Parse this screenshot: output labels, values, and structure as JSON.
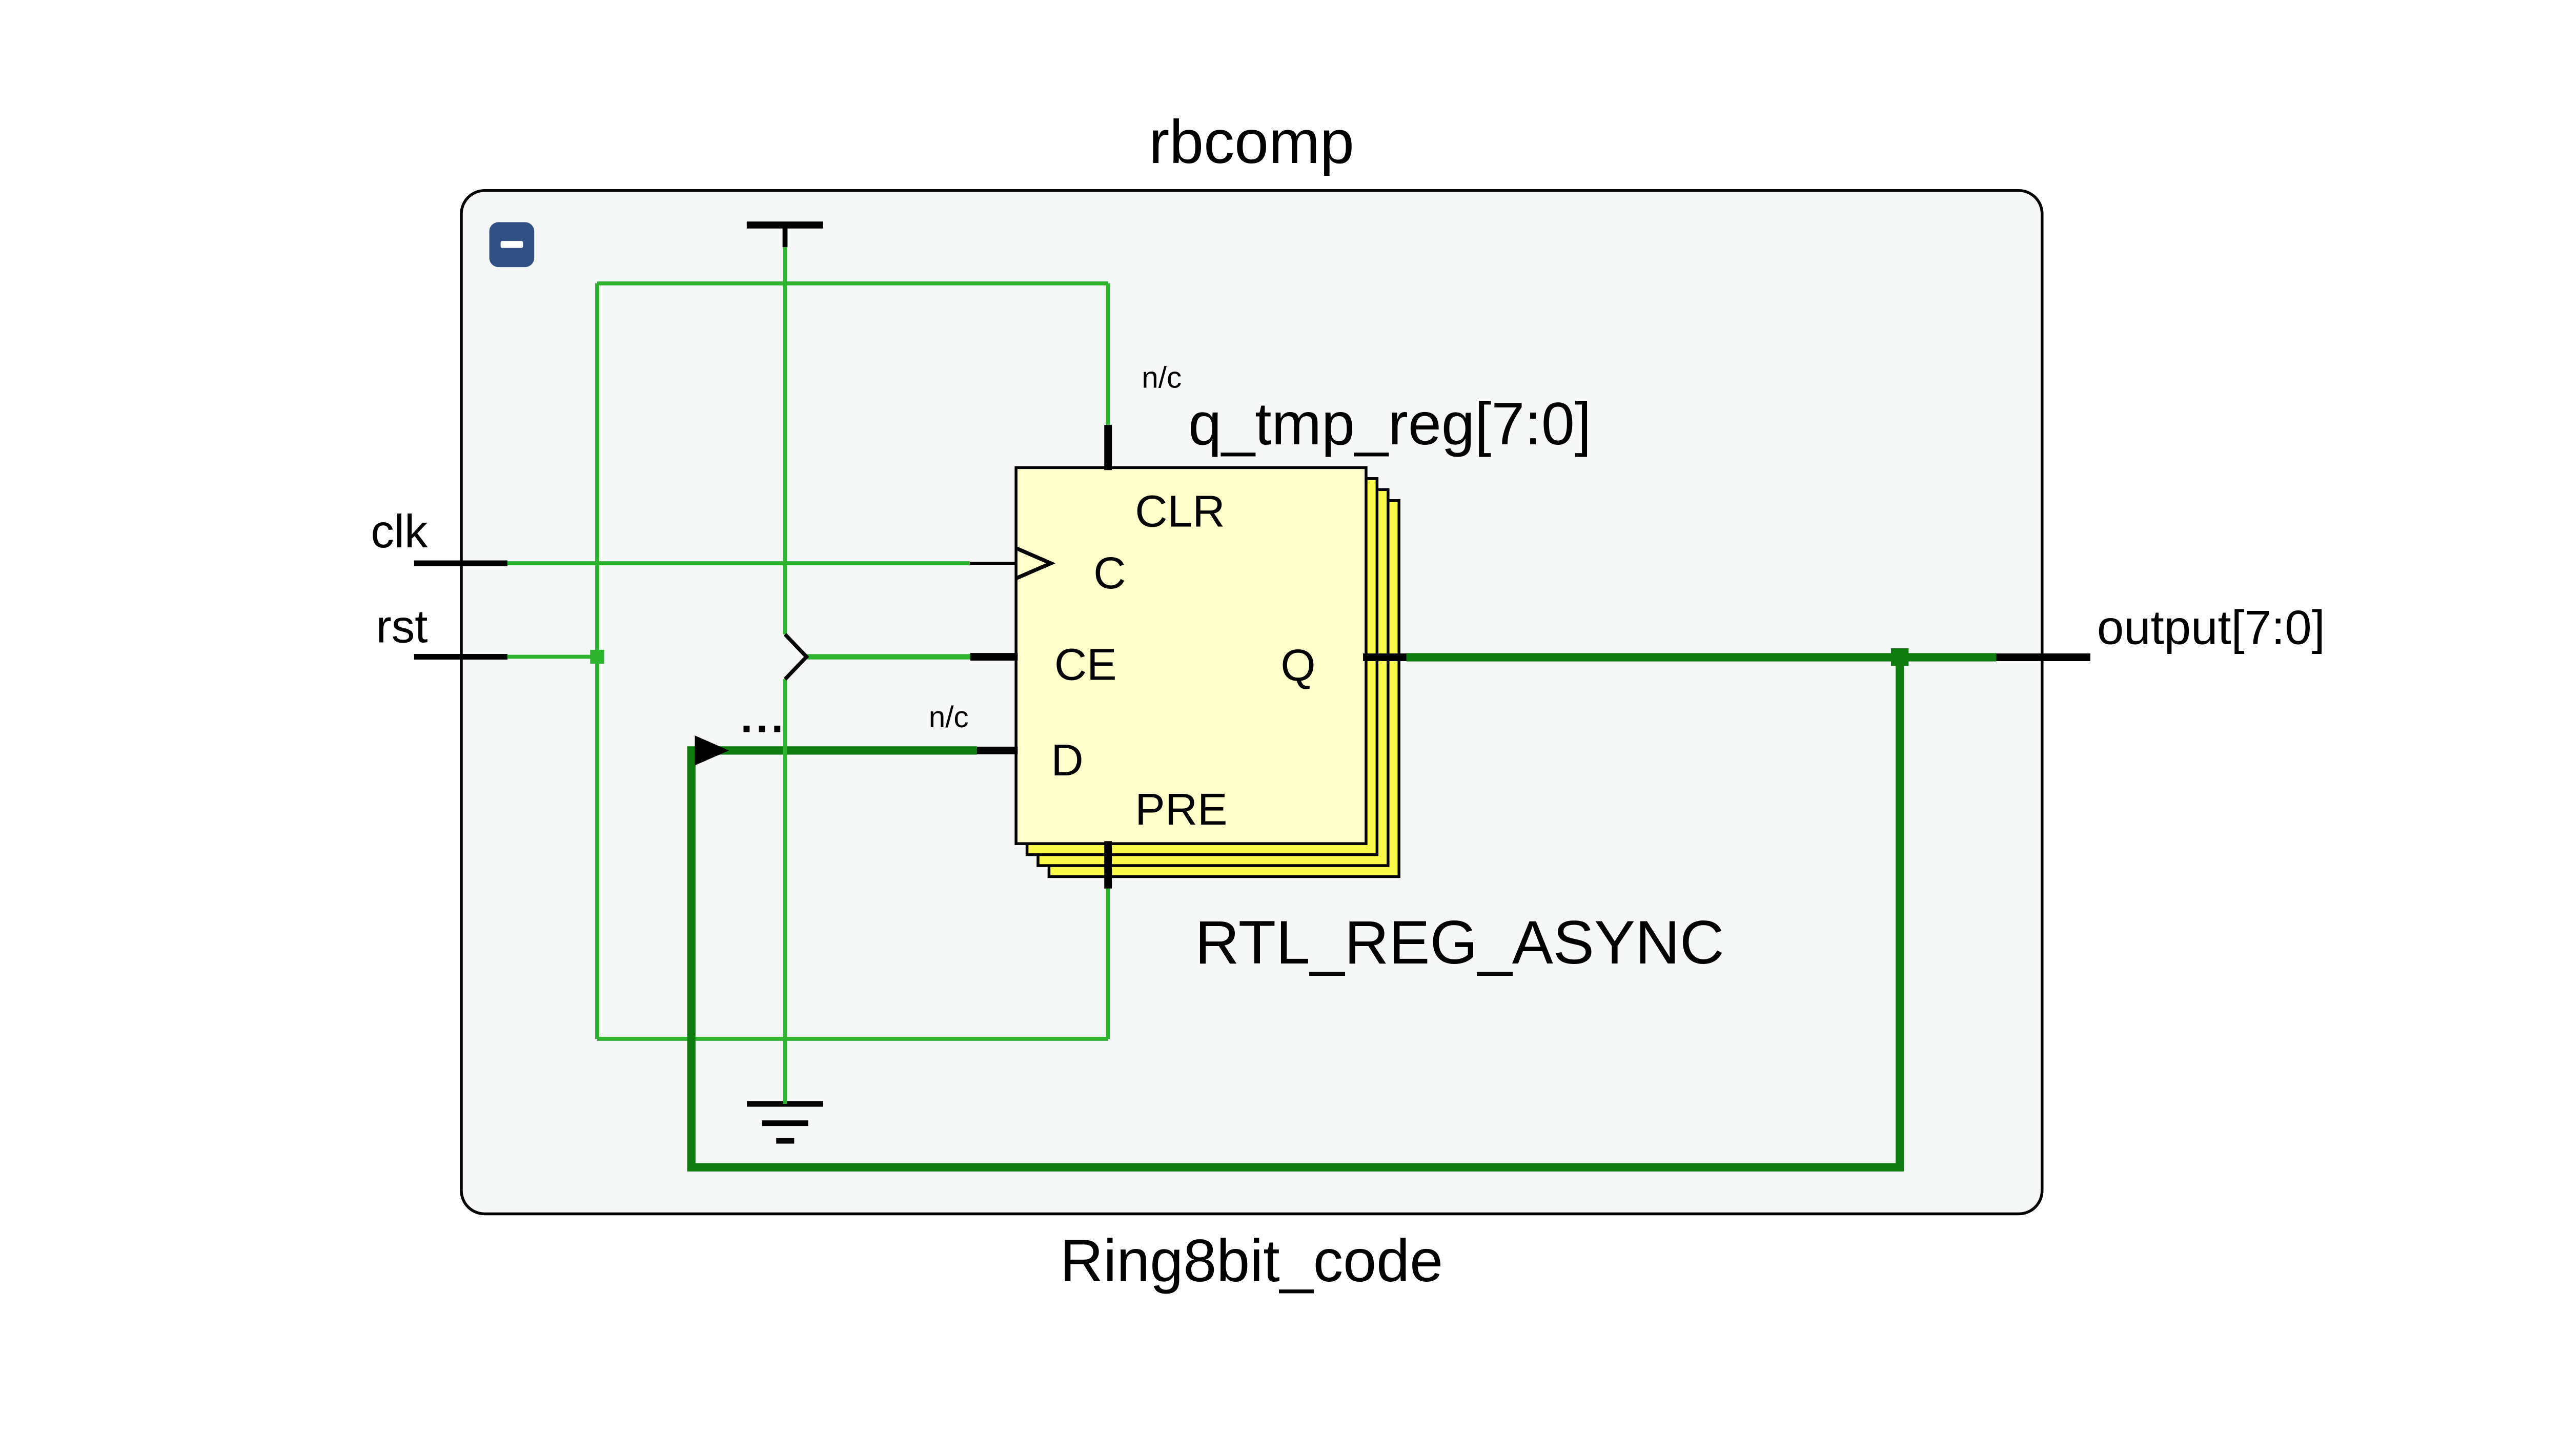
{
  "colors": {
    "bg": "#ffffff",
    "container_fill": "#f6f7f7",
    "line": "#000000",
    "wire_green": "#2db32d",
    "wire_dark": "#0f7c0f",
    "reg_front": "#ffffcc",
    "reg_back": "#fafa4b",
    "btn": "#315086",
    "ink": "#000000"
  },
  "module": {
    "title": "rbcomp",
    "instance": "Ring8bit_code"
  },
  "toolbar": {
    "collapse_icon": "minus"
  },
  "ports": {
    "clk": "clk",
    "rst": "rst",
    "output": "output[7:0]"
  },
  "register": {
    "name": "q_tmp_reg[7:0]",
    "type": "RTL_REG_ASYNC",
    "pins": {
      "clr": "CLR",
      "c": "C",
      "ce": "CE",
      "d": "D",
      "q": "Q",
      "pre": "PRE"
    }
  },
  "annotations": {
    "nc_top": "n/c",
    "nc_d": "n/c",
    "ellipsis": "..."
  }
}
